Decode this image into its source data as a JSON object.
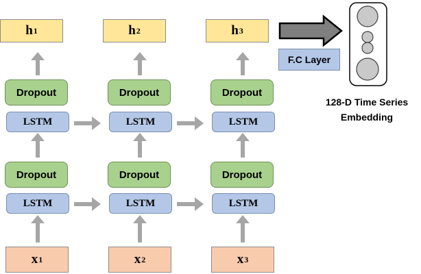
{
  "outputs": [
    {
      "base": "h",
      "sub": "1"
    },
    {
      "base": "h",
      "sub": "2"
    },
    {
      "base": "h",
      "sub": "3"
    }
  ],
  "inputs": [
    {
      "base": "x",
      "sub": "1"
    },
    {
      "base": "x",
      "sub": "2"
    },
    {
      "base": "x",
      "sub": "3"
    }
  ],
  "dropout_label": "Dropout",
  "lstm_label": "LSTM",
  "fc_label": "F.C Layer",
  "embedding_caption": [
    "128-D Time Series",
    "Embedding"
  ]
}
